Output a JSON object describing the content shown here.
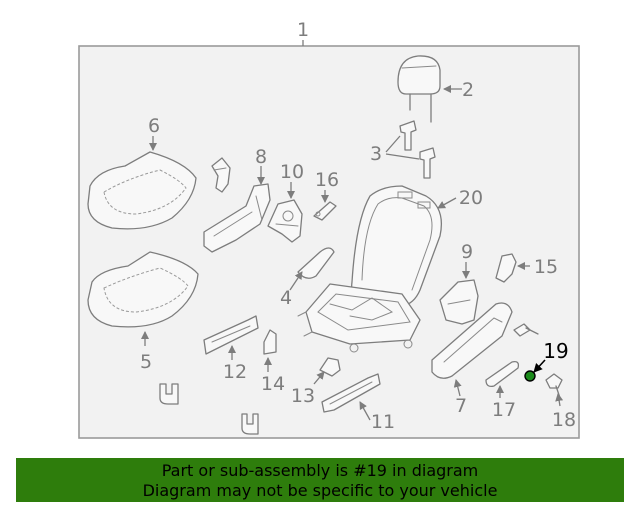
{
  "diagram": {
    "callouts": {
      "c1": "1",
      "c2": "2",
      "c3": "3",
      "c4": "4",
      "c5": "5",
      "c6": "6",
      "c7": "7",
      "c8": "8",
      "c9": "9",
      "c10": "10",
      "c11": "11",
      "c12": "12",
      "c13": "13",
      "c14": "14",
      "c15": "15",
      "c16": "16",
      "c17": "17",
      "c18": "18",
      "c19": "19",
      "c20": "20"
    },
    "highlight_color": "#1a8a1a"
  },
  "banner": {
    "line1": "Part or sub-assembly is #19 in diagram",
    "line2": "Diagram may not be specific to your vehicle",
    "background": "#2e7d0c"
  }
}
